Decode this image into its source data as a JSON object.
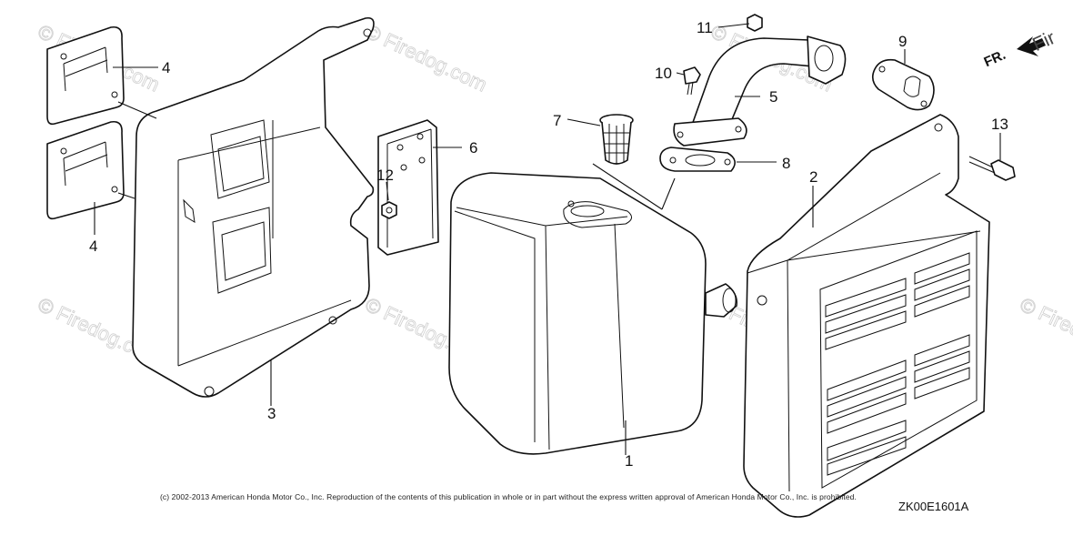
{
  "callouts": {
    "c1": "1",
    "c2": "2",
    "c3": "3",
    "c4a": "4",
    "c4b": "4",
    "c5": "5",
    "c6": "6",
    "c7": "7",
    "c8": "8",
    "c9": "9",
    "c10": "10",
    "c11": "11",
    "c12": "12",
    "c13": "13"
  },
  "watermark": "© Firedog.com",
  "direction": {
    "label": "FR.",
    "watermark": "Fir"
  },
  "footer": {
    "copyright": "(c) 2002-2013 American Honda Motor Co., Inc. Reproduction of the contents of this publication in whole or in part without the express written approval of American Honda Motor Co., Inc. is prohibited.",
    "diagram_code": "ZK00E1601A"
  }
}
